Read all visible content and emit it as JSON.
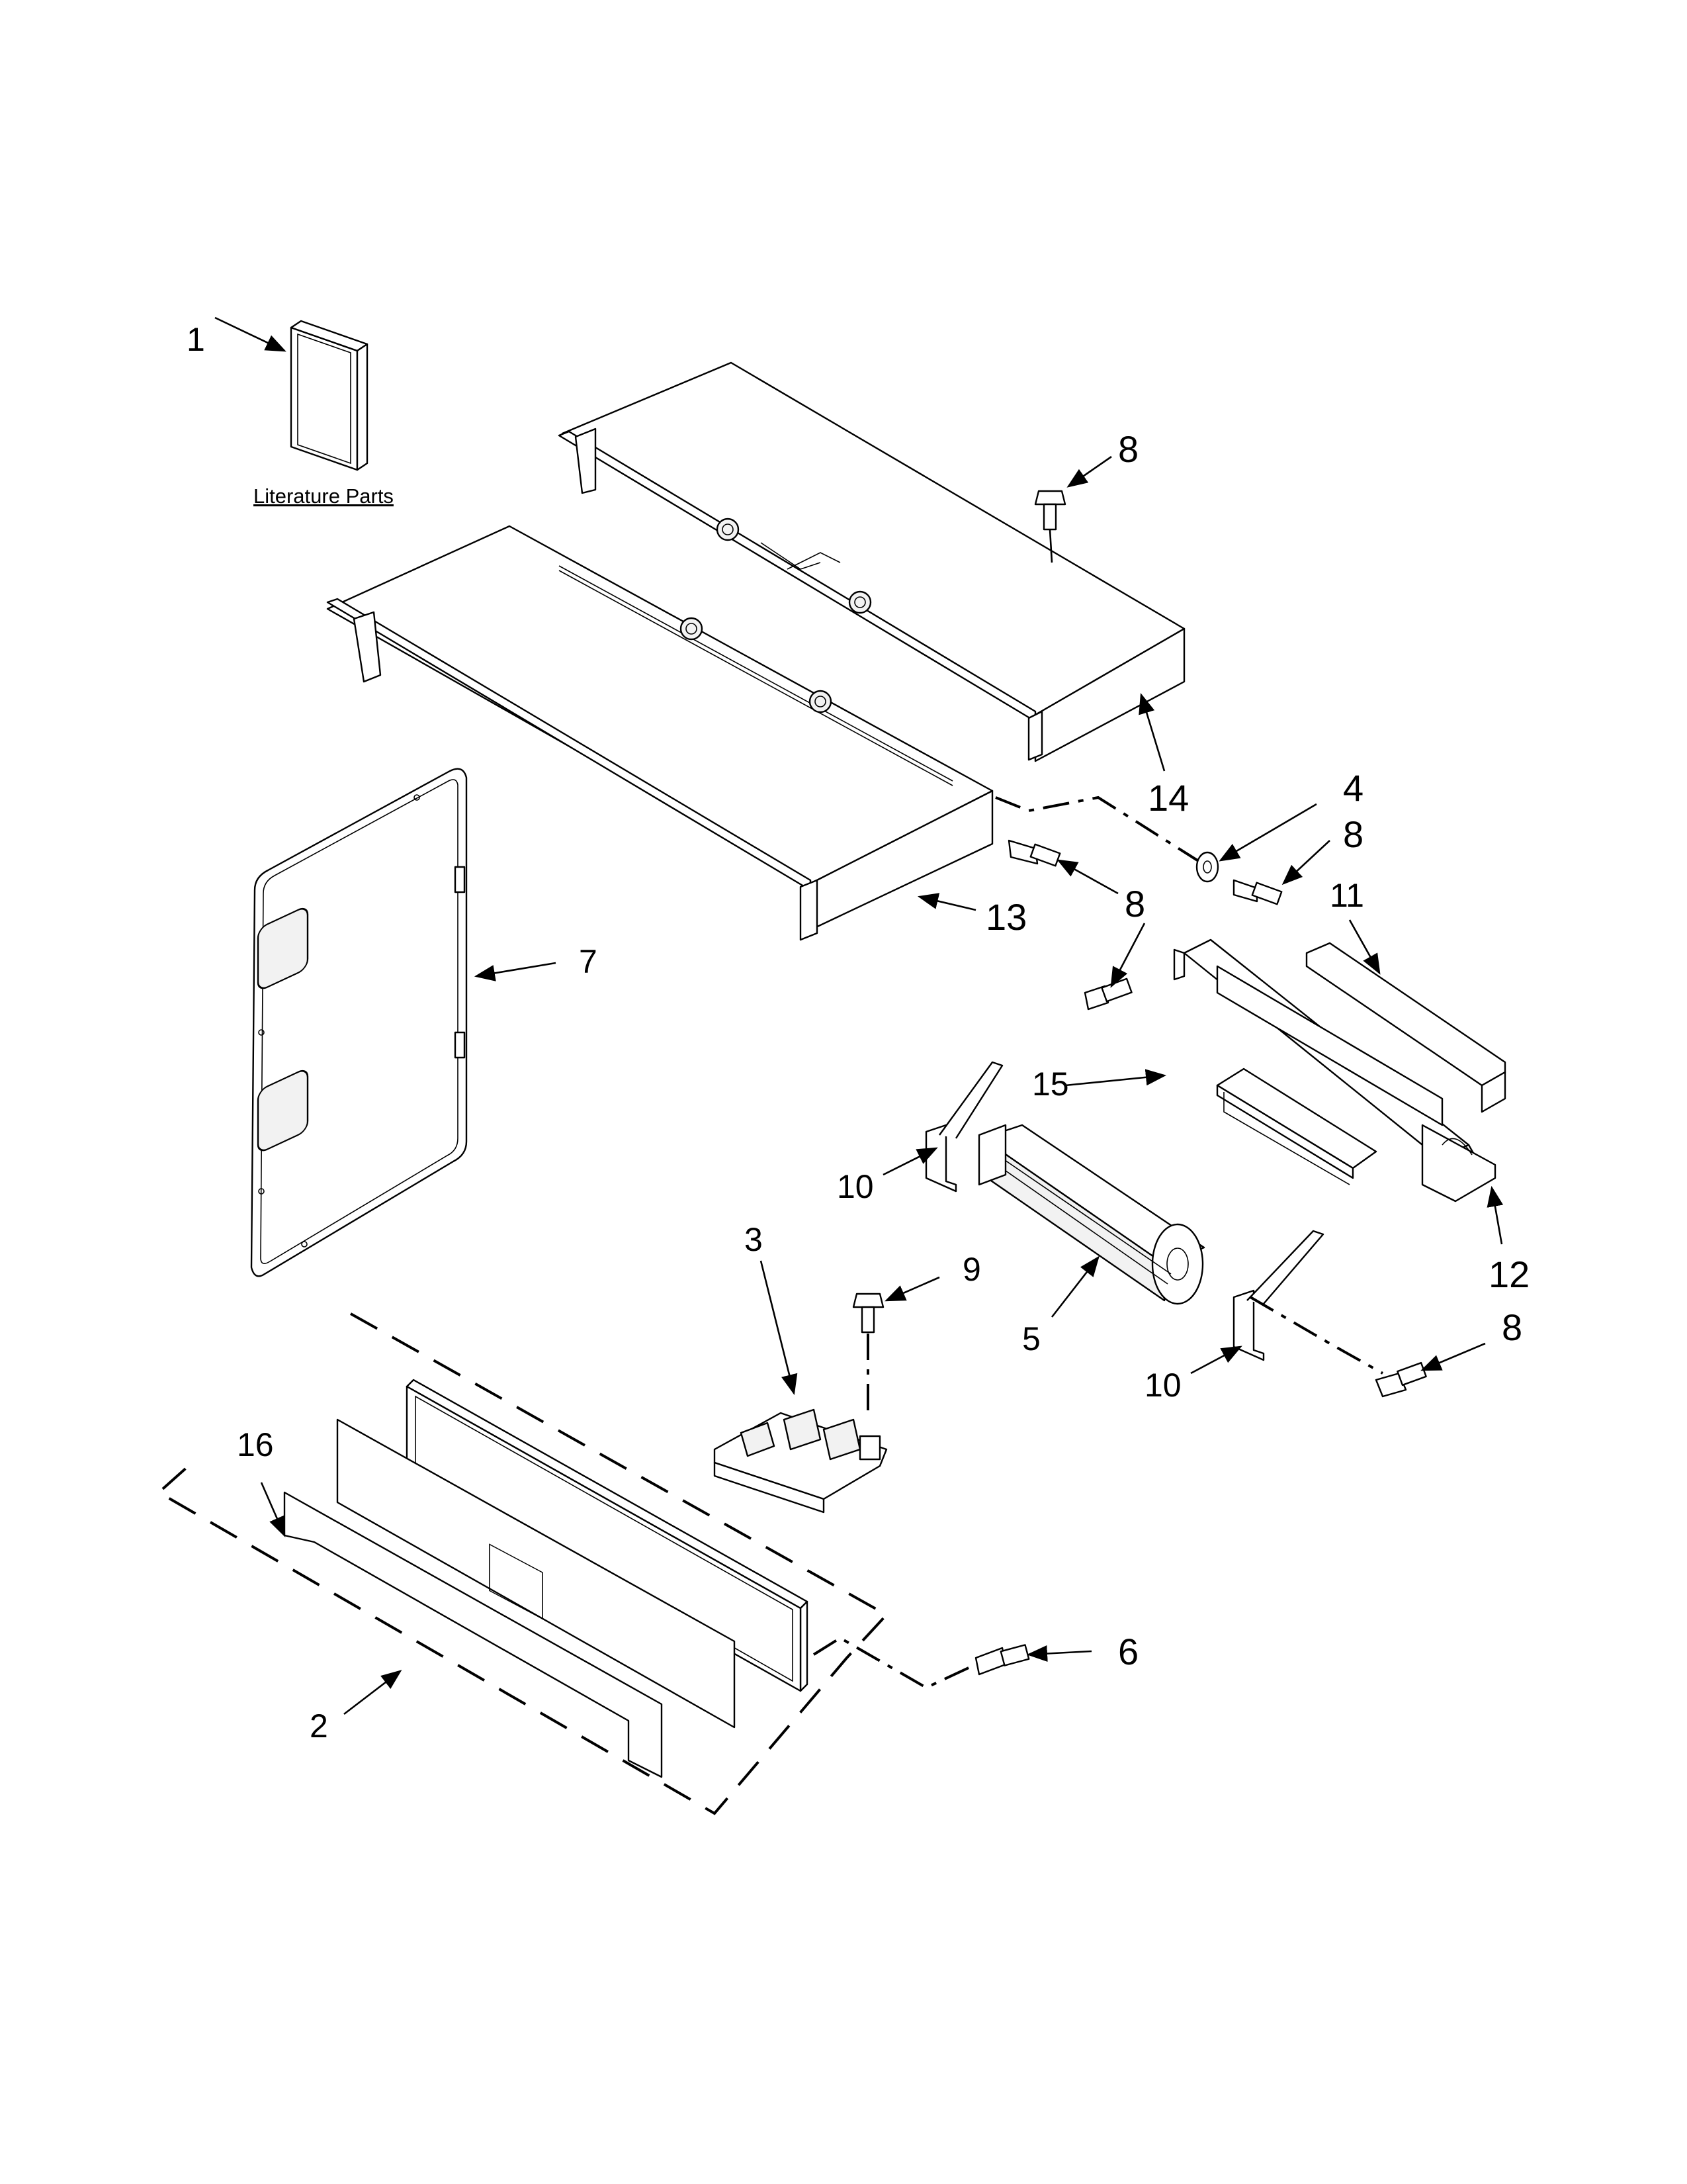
{
  "literature": {
    "caption": "Literature Parts"
  },
  "callouts": [
    {
      "id": "c1",
      "text": "1"
    },
    {
      "id": "c8a",
      "text": "8"
    },
    {
      "id": "c14",
      "text": "14"
    },
    {
      "id": "c4",
      "text": "4"
    },
    {
      "id": "c8b",
      "text": "8"
    },
    {
      "id": "c8c",
      "text": "8"
    },
    {
      "id": "c13",
      "text": "13"
    },
    {
      "id": "c7",
      "text": "7"
    },
    {
      "id": "c11",
      "text": "11"
    },
    {
      "id": "c8d",
      "text": "8"
    },
    {
      "id": "c15",
      "text": "15"
    },
    {
      "id": "c10a",
      "text": "10"
    },
    {
      "id": "c3",
      "text": "3"
    },
    {
      "id": "c9",
      "text": "9"
    },
    {
      "id": "c5",
      "text": "5"
    },
    {
      "id": "c12",
      "text": "12"
    },
    {
      "id": "c8e",
      "text": "8"
    },
    {
      "id": "c10b",
      "text": "10"
    },
    {
      "id": "c16",
      "text": "16"
    },
    {
      "id": "c6",
      "text": "6"
    },
    {
      "id": "c2",
      "text": "2"
    }
  ]
}
